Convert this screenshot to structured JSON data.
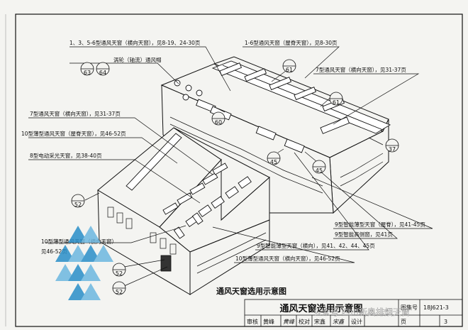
{
  "labels": {
    "l1": "1、3、5-6型通风天窗（横向天窗），见8-19、24-30页",
    "l2": "涡轮（轴流）通风帽",
    "l3": "1-6型通风天窗（屋脊天窗），见8-30页",
    "l4": "7型通风天窗（横向天窗），见31-37页",
    "l5": "7型通风天窗（横向天窗），见31-37页",
    "l6": "10型薄型通风天窗（屋脊天窗），见46-52页",
    "l7": "8型电动采光天窗，见38-40页",
    "l8a": "10型薄型通风天窗（横向天窗）",
    "l8b": "见46-52页",
    "l9": "9型智能薄型天窗（屋脊），见41-45页",
    "l10": "9型智能高侧窗，见41页",
    "l11": "9型智能薄型天窗（横向），见41、42、44、45页",
    "l12": "10型薄型通风天窗（横向天窗），见46-52页"
  },
  "refs": {
    "r63": "63",
    "r64": "64",
    "r61a": "61",
    "r61b": "61",
    "r60": "60",
    "r37": "37",
    "r45a": "45",
    "r45b": "45",
    "r52a": "52",
    "r52b": "52",
    "r52c": "52"
  },
  "caption": "通风天窗选用示意图",
  "title_block": {
    "title": "通风天窗选用示意图",
    "atlas_label": "图集号",
    "atlas_no": "18J621-3",
    "review_label": "审核",
    "reviewer": "黄峰",
    "reviewer_sign": "黄峰",
    "check_label": "校对",
    "checker": "宋鑫",
    "checker_sign": "宋鑫",
    "design_label": "设计",
    "page_label": "页",
    "page_no": "3"
  },
  "watermark": "公众号 四川新奥排烟天窗",
  "colors": {
    "line": "#111111",
    "accent": "#2a8fc9"
  }
}
